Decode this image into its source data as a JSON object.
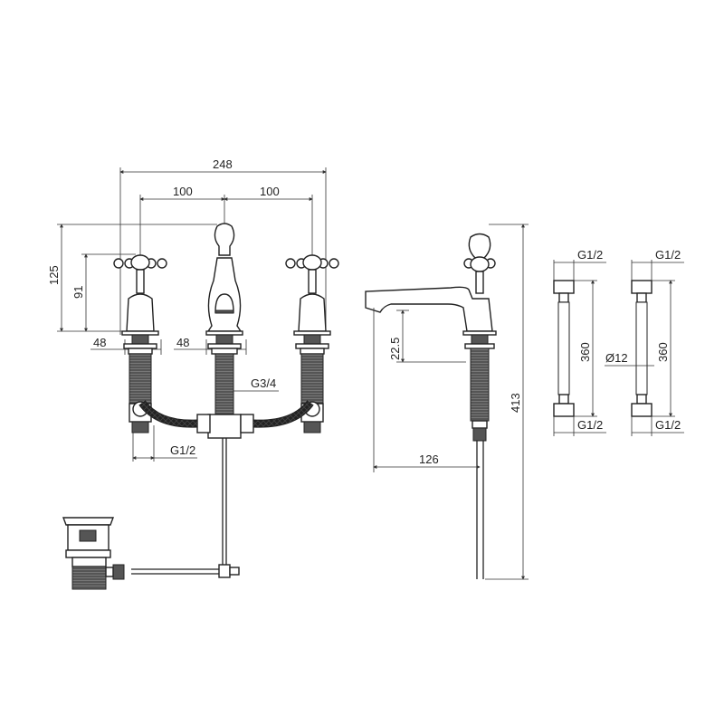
{
  "title": "Three hole basin mixer technical drawing",
  "front_view": {
    "overall_width": "248",
    "left_spacing": "100",
    "right_spacing": "100",
    "spout_height": "125",
    "handle_height": "91",
    "left_base_dia": "48",
    "center_base_dia": "48",
    "center_thread": "G3/4",
    "inlet_thread": "G1/2"
  },
  "side_view": {
    "spout_clearance": "22.5",
    "spout_reach": "126",
    "total_height": "413"
  },
  "hoses": [
    {
      "top_thread": "G1/2",
      "length": "360",
      "bottom_thread": "G1/2"
    },
    {
      "top_thread": "G1/2",
      "length": "360",
      "bottom_thread": "G1/2",
      "diameter": "Ø12"
    }
  ]
}
